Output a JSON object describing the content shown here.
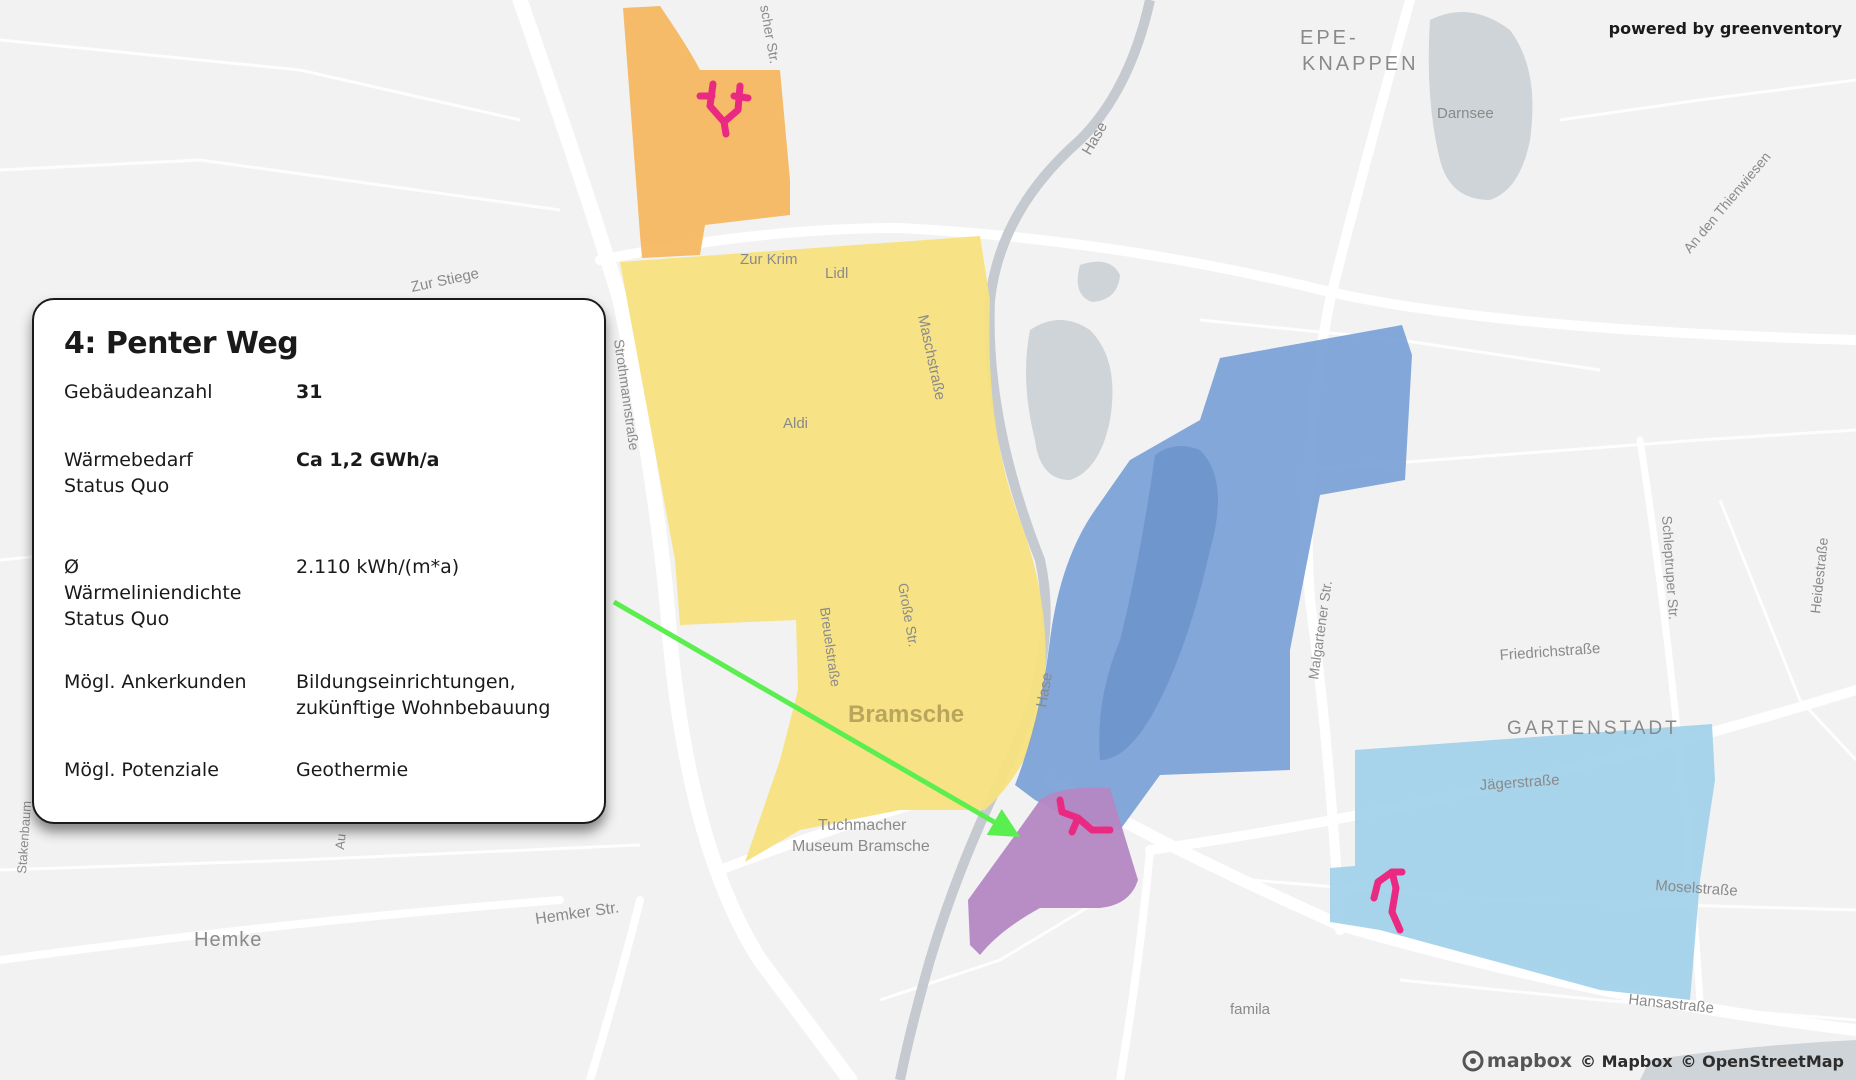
{
  "brand": {
    "text": "powered by greenventory"
  },
  "attribution": {
    "logo_text": "mapbox",
    "mapbox": "© Mapbox",
    "osm": "© OpenStreetMap"
  },
  "colors": {
    "land": "#f2f2f2",
    "road": "#ffffff",
    "water": "#cfd4d8",
    "river": "#c4cacf",
    "arrow": "#5aee4f",
    "network": "#ea2a82",
    "zone_orange": "#f5b55a",
    "zone_yellow": "#f7e27f",
    "zone_blue": "#7aa1d6",
    "zone_lightblue": "#9ed0ea",
    "zone_purple": "#b487c3"
  },
  "map_labels": {
    "epe_knappen_1": "EPE-",
    "epe_knappen_2": "KNAPPEN",
    "darnsee": "Darnsee",
    "hase_north": "Hase",
    "hase_south": "Hase",
    "an_den_thienwiesen": "An den Thienwiesen",
    "scher_str": "scher Str.",
    "zur_krim": "Zur Krim",
    "lidl": "Lidl",
    "zur_stiege": "Zur Stiege",
    "strothmannstrasse": "Strothmannstraße",
    "maschstrasse": "Maschstraße",
    "aldi": "Aldi",
    "malgartener_str": "Malgartener Str.",
    "schleptruper_str": "Schleptruper Str.",
    "heidestrasse": "Heidestraße",
    "friedrichstrasse": "Friedrichstraße",
    "grosse_str": "Große Str.",
    "breuelstrasse": "Breuelstraße",
    "bramsche": "Bramsche",
    "gartenstadt": "GARTENSTADT",
    "jaegerstrasse": "Jägerstraße",
    "moselstrasse": "Moselstraße",
    "tuchmacher_1": "Tuchmacher",
    "tuchmacher_2": "Museum Bramsche",
    "hemker_str": "Hemker Str.",
    "hemke": "Hemke",
    "stakenbaum": "Stakenbaum",
    "au": "Au",
    "familia": "famila",
    "hansastrasse": "Hansastraße"
  },
  "info_card": {
    "title": "4: Penter Weg",
    "rows": [
      {
        "label": "Gebäudeanzahl",
        "value": "31"
      },
      {
        "label": "Wärmebedarf\nStatus Quo",
        "value": "Ca 1,2  GWh/a"
      },
      {
        "label": "Ø\nWärmeliniendichte\nStatus Quo",
        "value": "2.110 kWh/(m*a)"
      },
      {
        "label": "Mögl. Ankerkunden",
        "value": "Bildungseinrichtungen,\nzukünftige Wohnbebauung"
      },
      {
        "label": "Mögl. Potenziale",
        "value": "Geothermie"
      }
    ]
  }
}
